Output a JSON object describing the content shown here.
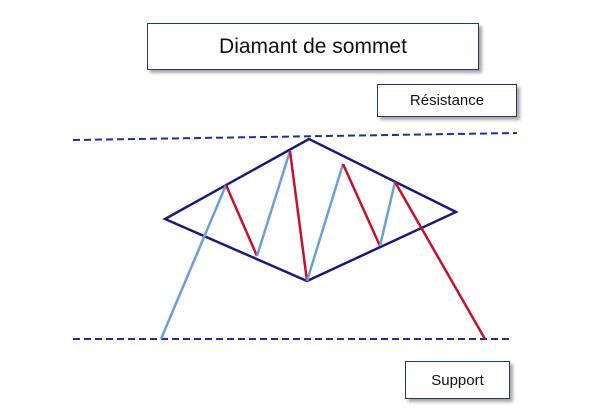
{
  "title": "Diamant de sommet",
  "labels": {
    "resistance": "Résistance",
    "support": "Support"
  },
  "colors": {
    "outline": "#1a1a7a",
    "level_line": "#1f2f9a",
    "rising_leg": "#6a9fd8",
    "falling_leg": "#c8102e"
  }
}
